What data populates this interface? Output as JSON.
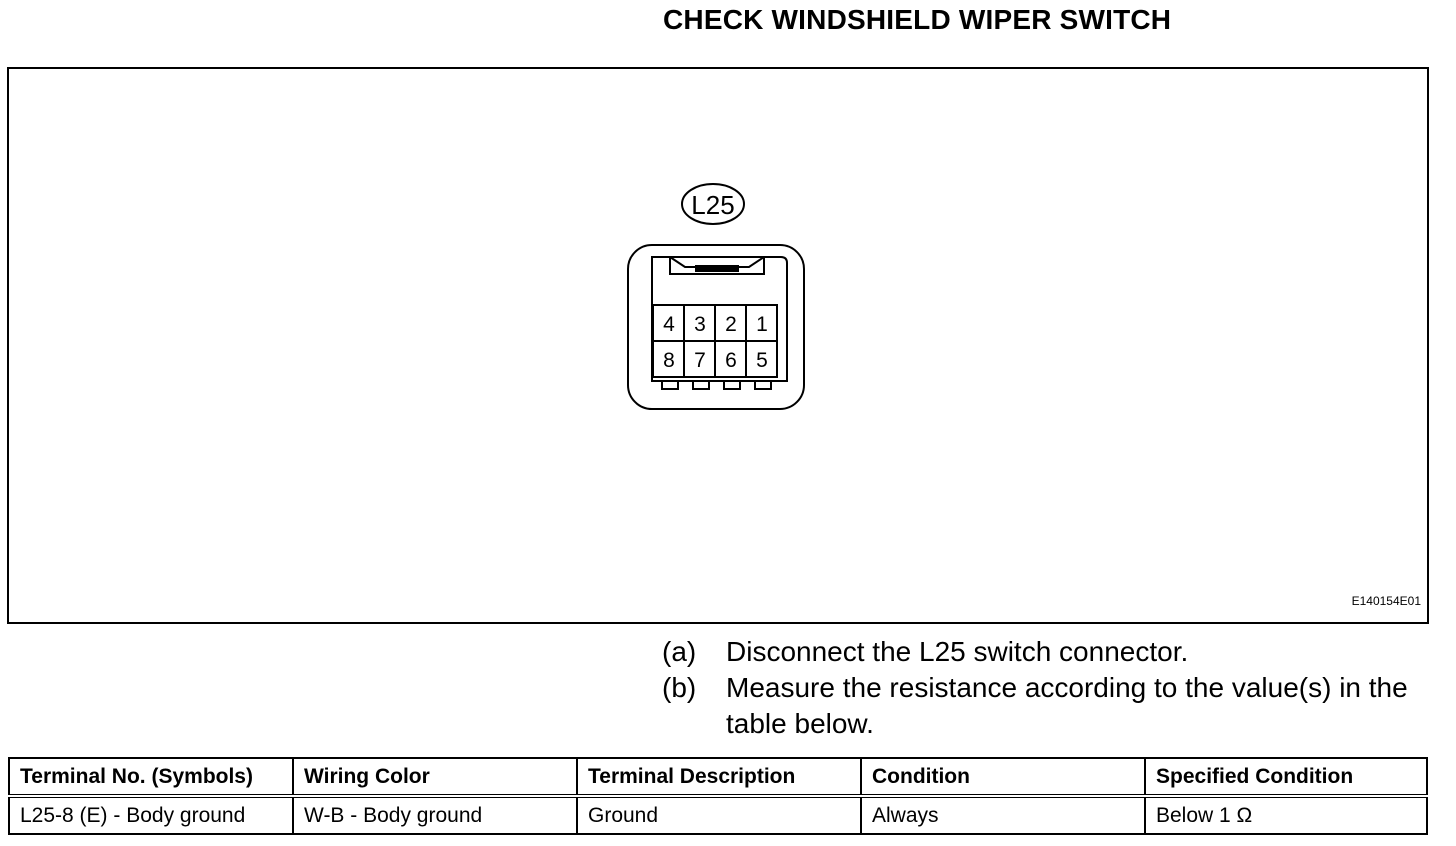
{
  "title": "CHECK WINDSHIELD WIPER SWITCH",
  "figure": {
    "connector_label": "L25",
    "pins_top": [
      "4",
      "3",
      "2",
      "1"
    ],
    "pins_bottom": [
      "8",
      "7",
      "6",
      "5"
    ],
    "figure_id": "E140154E01"
  },
  "steps": [
    {
      "mark": "(a)",
      "text": "Disconnect the L25 switch connector."
    },
    {
      "mark": "(b)",
      "text": "Measure the resistance according to the value(s) in the table below."
    }
  ],
  "table": {
    "headers": [
      "Terminal No. (Symbols)",
      "Wiring Color",
      "Terminal Description",
      "Condition",
      "Specified Condition"
    ],
    "rows": [
      [
        "L25-8 (E) - Body ground",
        "W-B - Body ground",
        "Ground",
        "Always",
        "Below 1 Ω"
      ]
    ]
  }
}
